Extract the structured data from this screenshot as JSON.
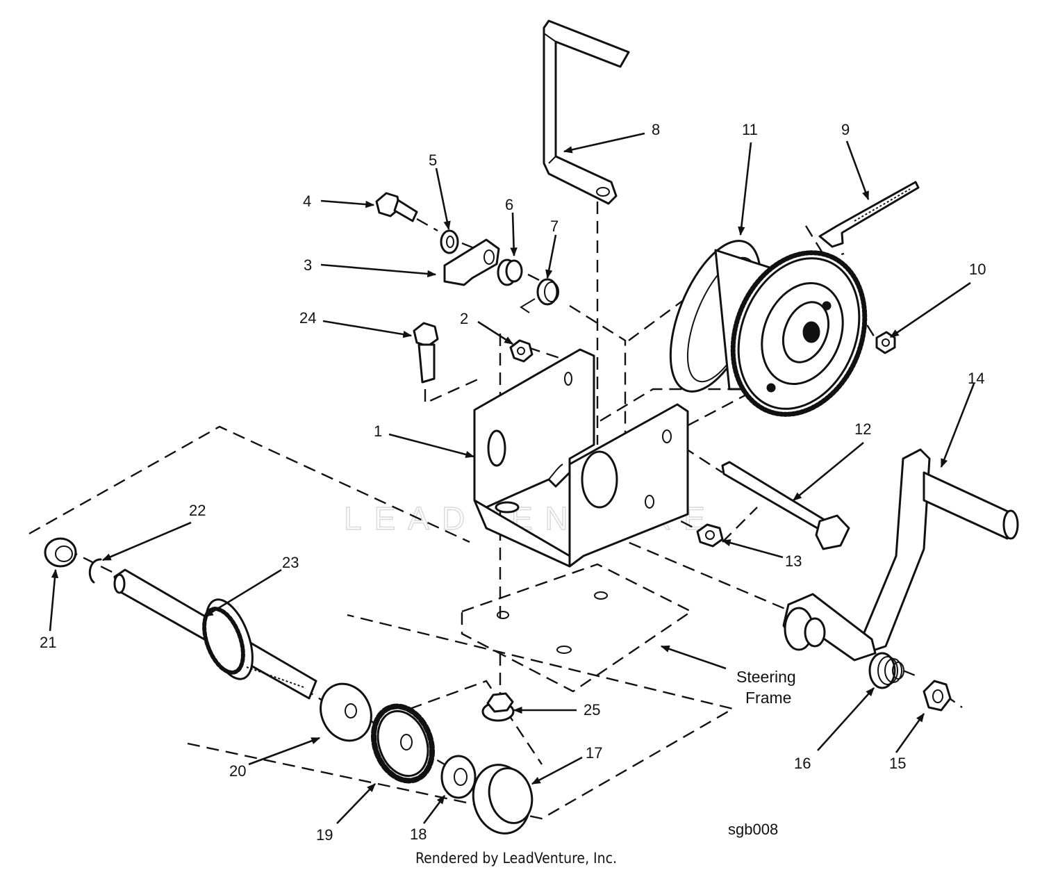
{
  "diagram": {
    "callouts": {
      "c1": "1",
      "c2": "2",
      "c3": "3",
      "c4": "4",
      "c5": "5",
      "c6": "6",
      "c7": "7",
      "c8": "8",
      "c9": "9",
      "c10": "10",
      "c11": "11",
      "c12": "12",
      "c13": "13",
      "c14": "14",
      "c15": "15",
      "c16": "16",
      "c17": "17",
      "c18": "18",
      "c19": "19",
      "c20": "20",
      "c21": "21",
      "c22": "22",
      "c23": "23",
      "c24": "24",
      "c25": "25"
    },
    "steering_frame": {
      "line1": "Steering",
      "line2": "Frame"
    },
    "drawing_code": "sgb008",
    "watermark": "LEADVENTURE",
    "footer": "Rendered by LeadVenture, Inc."
  }
}
